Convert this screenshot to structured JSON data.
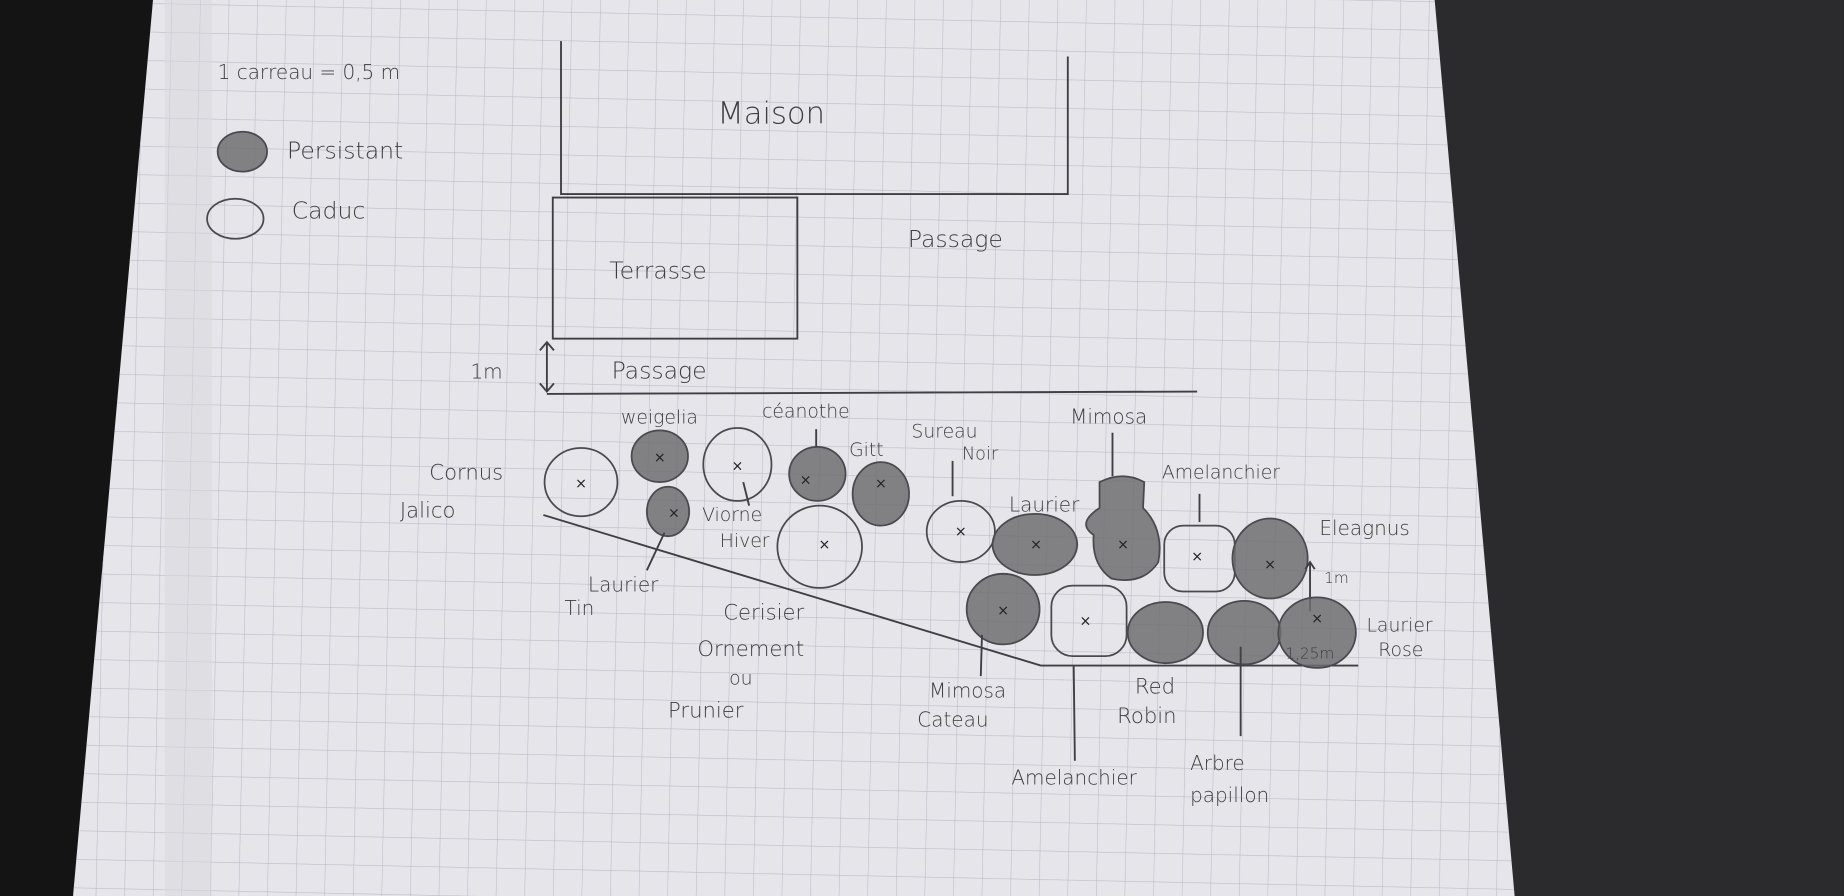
{
  "legend": {
    "scale": "1 carreau = 0,5 m",
    "persistent": "Persistant",
    "deciduous": "Caduc"
  },
  "plan": {
    "house": "Maison",
    "terrace": "Terrasse",
    "passage_side": "Passage",
    "passage_front": "Passage",
    "passage_width": "1m",
    "spacing_1m": "1m",
    "spacing_125": "1,25m"
  },
  "plants": {
    "cornus": {
      "l1": "Cornus",
      "l2": "Jalico",
      "type": "caduc"
    },
    "weigelia": {
      "l1": "weigelia",
      "type": "persistant"
    },
    "viorne": {
      "l1": "Viorne",
      "l2": "Hiver",
      "type": "caduc"
    },
    "laurier_tin": {
      "l1": "Laurier",
      "l2": "Tin",
      "type": "persistant"
    },
    "ceanothe": {
      "l1": "céanothe",
      "type": "persistant"
    },
    "gitt": {
      "l1": "Gitt",
      "type": "persistant"
    },
    "cerisier": {
      "l1": "Cerisier",
      "l2": "Ornement",
      "l3": "ou",
      "l4": "Prunier",
      "type": "caduc"
    },
    "sureau": {
      "l1": "Sureau",
      "l2": "Noir",
      "type": "caduc"
    },
    "laurier": {
      "l1": "Laurier",
      "type": "persistant"
    },
    "mimosa": {
      "l1": "Mimosa",
      "type": "persistant"
    },
    "amelanchier_top": {
      "l1": "Amelanchier",
      "type": "caduc"
    },
    "eleagnus": {
      "l1": "Eleagnus",
      "type": "persistant"
    },
    "mimosa_cateau": {
      "l1": "Mimosa",
      "l2": "Cateau",
      "type": "persistant"
    },
    "amelanchier_bottom": {
      "l1": "Amelanchier",
      "type": "caduc"
    },
    "red_robin": {
      "l1": "Red",
      "l2": "Robin",
      "type": "persistant"
    },
    "arbre_papillon": {
      "l1": "Arbre",
      "l2": "papillon",
      "type": "persistant"
    },
    "laurier_rose": {
      "l1": "Laurier",
      "l2": "Rose",
      "type": "persistant"
    }
  },
  "colors": {
    "paper": "#e6e6ea",
    "grid": "#b9bccb",
    "pencil": "#3d3d40",
    "background": "#1b1b1b"
  }
}
